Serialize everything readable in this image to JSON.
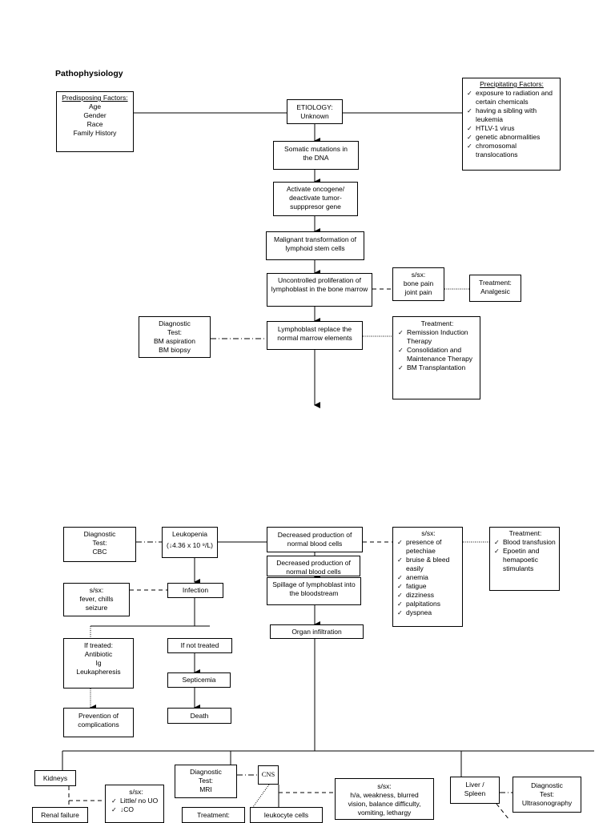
{
  "page_title": "Pathophysiology",
  "top": {
    "predisposing": {
      "title": "Predisposing Factors:",
      "items": [
        "Age",
        "Gender",
        "Race",
        "Family History"
      ]
    },
    "etiology": {
      "title": "ETIOLOGY:",
      "value": "Unknown"
    },
    "precipitating": {
      "title": "Precipitating Factors:",
      "items": [
        "exposure to radiation and certain chemicals",
        "having a sibling with leukemia",
        "HTLV-1 virus",
        "genetic abnormalities",
        " chromosomal translocations"
      ]
    },
    "somatic": "Somatic mutations in the DNA",
    "oncogene": "Activate oncogene/ deactivate tumor-supppresor gene",
    "malignant": "Malignant transformation of lymphoid stem cells",
    "proliferation": "Uncontrolled proliferation of lymphoblast in the bone marrow",
    "sx_bone": {
      "title": "s/sx:",
      "lines": [
        "bone pain",
        "joint pain"
      ]
    },
    "tx_analgesic": {
      "title": "Treatment:",
      "value": "Analgesic"
    },
    "replace": "Lymphoblast replace the normal marrow elements",
    "diag_bm": {
      "lines": [
        "Diagnostic",
        "Test:",
        "BM aspiration",
        "BM biopsy"
      ]
    },
    "tx_remission": {
      "title": "Treatment:",
      "items": [
        "Remission Induction Therapy",
        "Consolidation and Maintenance Therapy",
        "BM Transplantation"
      ]
    }
  },
  "bottom": {
    "diag_cbc": {
      "lines": [
        "Diagnostic",
        "Test:",
        "CBC"
      ]
    },
    "leukopenia": {
      "title": "Leukopenia",
      "value": "(↓4.36 x 10 ⁹/L)"
    },
    "decreased": "Decreased production of normal blood cells",
    "decreased_dup": "Decreased production of normal blood cells",
    "sx_blood": {
      "title": "s/sx:",
      "items": [
        "presence of petechiae",
        "bruise & bleed easily",
        "anemia",
        "fatigue",
        "dizziness",
        "palpitations",
        "dyspnea"
      ]
    },
    "tx_blood": {
      "title": "Treatment:",
      "items": [
        "Blood transfusion",
        "Epoetin and hemapoetic stimulants"
      ]
    },
    "sx_fever": {
      "title": "s/sx:",
      "lines": [
        "fever, chills",
        "seizure"
      ]
    },
    "infection": "Infection",
    "spillage": "Spillage of lymphoblast into the bloodstream",
    "organ": "Organ infiltration",
    "treated": {
      "lines": [
        "If treated:",
        "Antibiotic",
        "Ig",
        "Leukapheresis"
      ]
    },
    "not_treated": "If not treated",
    "septicemia": "Septicemia",
    "prevention": "Prevention of complications",
    "death": "Death",
    "kidneys": "Kidneys",
    "renal": "Renal failure",
    "sx_kidney": {
      "title": "s/sx:",
      "items": [
        "Little/ no UO",
        "↓CO"
      ]
    },
    "diag_mri": {
      "lines": [
        "Diagnostic",
        "Test:",
        "MRI"
      ]
    },
    "cns": "CNS",
    "treatment_cns": "Treatment:",
    "leukocyte": "leukocyte cells",
    "sx_cns": {
      "title": "s/sx:",
      "lines": [
        "h/a, weakness, blurred",
        "vision, balance difficulty,",
        "vomiting, lethargy"
      ]
    },
    "liver": "Liver / Spleen",
    "diag_us": {
      "lines": [
        "Diagnostic",
        "Test:",
        "Ultrasonography"
      ]
    }
  }
}
